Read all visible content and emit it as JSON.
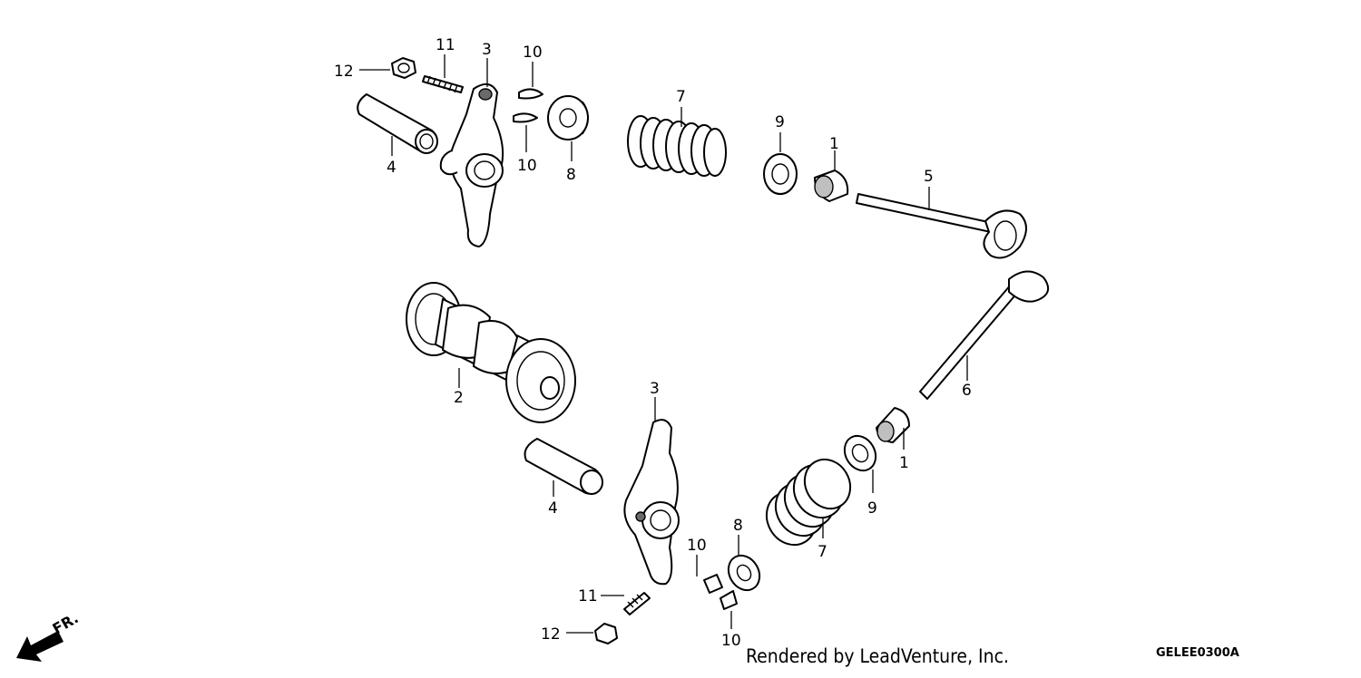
{
  "callouts": {
    "a_12": "12",
    "a_11": "11",
    "a_3": "3",
    "a_10_top": "10",
    "a_10_bottom": "10",
    "a_4": "4",
    "a_8": "8",
    "a_7": "7",
    "a_9": "9",
    "a_1": "1",
    "a_5": "5",
    "a_6": "6",
    "a_2": "2",
    "b_3": "3",
    "b_4": "4",
    "b_1": "1",
    "b_9": "9",
    "b_7": "7",
    "b_8": "8",
    "b_10_top": "10",
    "b_10_bottom": "10",
    "b_11": "11",
    "b_12": "12"
  },
  "credit": "Rendered by LeadVenture, Inc.",
  "diagram_code": "GELEE0300A",
  "front_indicator": "FR."
}
